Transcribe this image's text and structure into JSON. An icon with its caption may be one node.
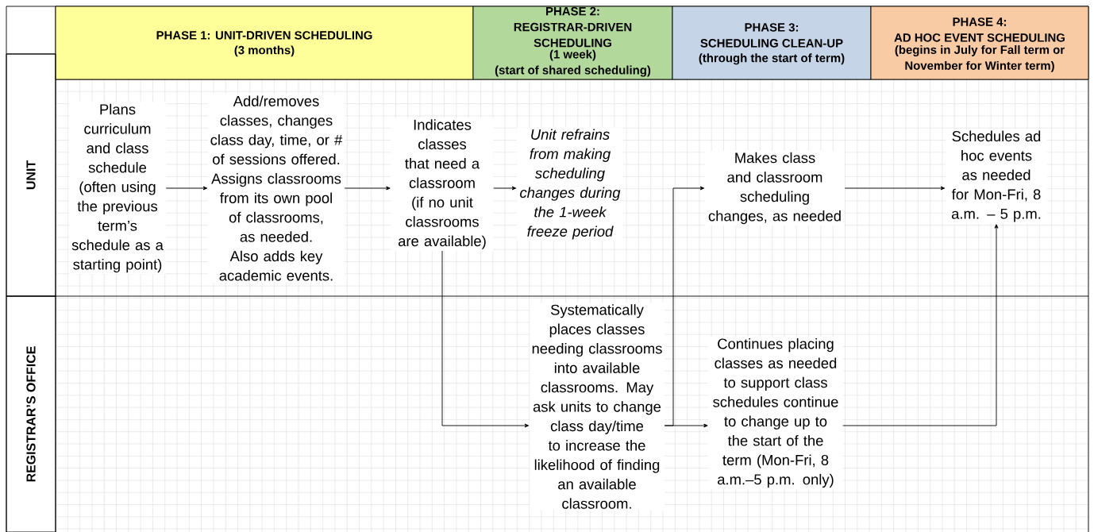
{
  "diagram": {
    "nodes": [
      {
        "text": [
          "PHASE 1:  UNIT-DRIVEN SCHEDULING",
          "(3 months)"
        ]
      },
      {
        "text": [
          "PHASE 2:  REGISTRAR-DRIVEN SCHEDULING",
          "(1 week)",
          "(start of shared scheduling)"
        ]
      },
      {
        "text": [
          "PHASE 3:",
          "SCHEDULING CLEAN-UP",
          "(through the start of term)"
        ]
      },
      {
        "text": [
          "PHASE 4:",
          "AD HOC EVENT SCHEDULING",
          "(begins in July for Fall term or November for Winter term)"
        ]
      },
      {
        "text": [
          "UNIT"
        ]
      },
      {
        "text": [
          "REGISTRAR’S OFFICE"
        ]
      },
      {
        "text": [
          "Plans curriculum and class schedule (often using the previous term’s schedule as a starting point)"
        ]
      },
      {
        "text": [
          "Add/removes classes, changes class day, time, or # of sessions offered. Assigns classrooms from its own pool of classrooms, as needed. Also adds key academic events."
        ]
      },
      {
        "text": [
          "Indicates classes that need a classroom (if no unit classrooms are available)"
        ]
      },
      {
        "text": [
          "Unit refrains from making scheduling changes during the 1-week freeze period"
        ]
      },
      {
        "text": [
          "Makes class and classroom scheduling changes, as needed"
        ]
      },
      {
        "text": [
          "Schedules ad hoc events as needed for Mon-Fri, 8 a.m. – 5 p.m."
        ]
      },
      {
        "text": [
          "Systematically places classes needing classrooms into available classrooms.  May ask units to change class day/time to increase the likelihood of finding an available classroom."
        ]
      },
      {
        "text": [
          "Continues placing classes as needed to support class schedules continue to change up to the start of the term (Mon-Fri, 8 a.m.–5 p.m. only)"
        ]
      }
    ],
    "edges": [
      {
        "from": 6,
        "to": 7,
        "arrow": "to"
      },
      {
        "from": 7,
        "to": 8,
        "arrow": "to"
      },
      {
        "from": 8,
        "to": 9,
        "arrow": "to"
      },
      {
        "from": 8,
        "to": 12,
        "arrow": "to"
      },
      {
        "from": 12,
        "to": 13,
        "arrow": "to"
      },
      {
        "from": 12,
        "to": 10,
        "arrow": "to"
      },
      {
        "from": 10,
        "to": 11,
        "arrow": "to"
      },
      {
        "from": 13,
        "to": 11,
        "arrow": "to"
      }
    ]
  }
}
